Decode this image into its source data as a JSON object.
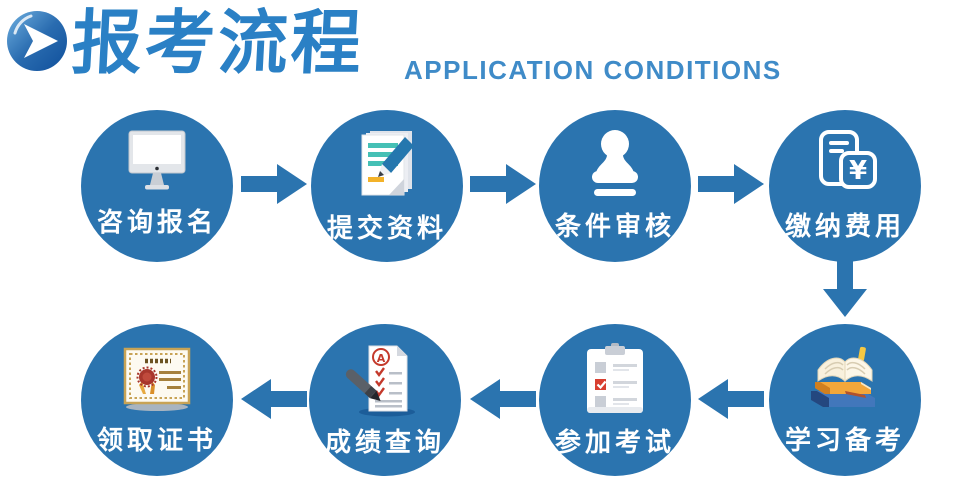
{
  "header": {
    "title": "报考流程",
    "subtitle": "APPLICATION CONDITIONS"
  },
  "colors": {
    "circle_blue": "#2b74af",
    "arrow_blue": "#2b74af",
    "title_blue": "#2a80c5",
    "subtitle_blue": "#3f8bc8",
    "label_white": "#ffffff",
    "teal_doc_lines": "#45c0b5",
    "orange_accent": "#f3b229",
    "red_accent": "#c43a2c",
    "gold_accent": "#c8a355"
  },
  "flow": {
    "direction": "top row left-to-right, down, bottom row right-to-left",
    "steps": [
      {
        "label": "咨询报名",
        "icon": "computer-monitor-icon",
        "row": "top"
      },
      {
        "label": "提交资料",
        "icon": "document-pen-icon",
        "row": "top"
      },
      {
        "label": "条件审核",
        "icon": "stamp-icon",
        "row": "top"
      },
      {
        "label": "缴纳费用",
        "icon": "payment-yuan-icon",
        "row": "top"
      },
      {
        "label": "学习备考",
        "icon": "books-icon",
        "row": "bottom"
      },
      {
        "label": "参加考试",
        "icon": "clipboard-checklist-icon",
        "row": "bottom"
      },
      {
        "label": "成绩查询",
        "icon": "score-sheet-pen-icon",
        "row": "bottom"
      },
      {
        "label": "领取证书",
        "icon": "certificate-icon",
        "row": "bottom"
      }
    ],
    "yuan_symbol": "¥",
    "grade_letter": "A"
  }
}
